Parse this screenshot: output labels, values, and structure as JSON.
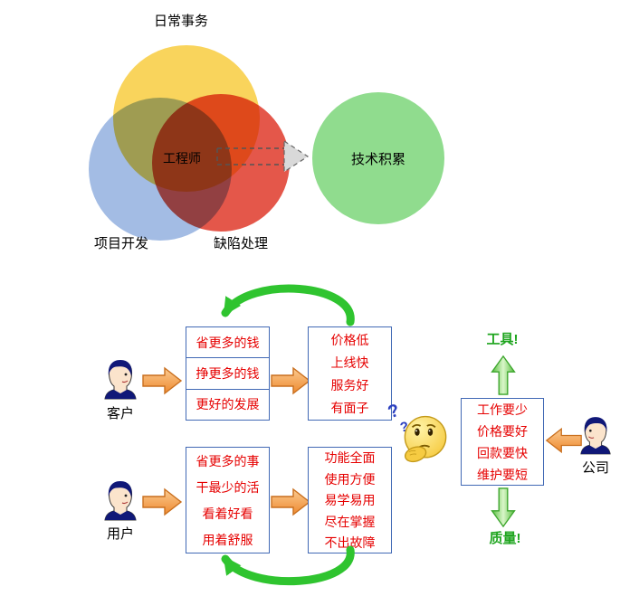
{
  "venn": {
    "daily_label": "日常事务",
    "project_label": "项目开发",
    "defect_label": "缺陷处理",
    "engineer_label": "工程师",
    "tech_label": "技术积累",
    "colors": {
      "daily": "#F9D45C",
      "project": "#A3BCE4",
      "defect": "#E4574A",
      "tech": "#90DC8E"
    }
  },
  "flow": {
    "actors": {
      "customer": "客户",
      "user": "用户",
      "company": "公司"
    },
    "customer_needs": [
      "省更多的钱",
      "挣更多的钱",
      "更好的发展"
    ],
    "customer_criteria": [
      "价格低",
      "上线快",
      "服务好",
      "有面子"
    ],
    "user_needs": [
      "省更多的事",
      "干最少的活",
      "看着好看",
      "用着舒服"
    ],
    "user_criteria": [
      "功能全面",
      "使用方便",
      "易学易用",
      "尽在掌握",
      "不出故障"
    ],
    "company_goals": [
      "工作要少",
      "价格要好",
      "回款要快",
      "维护要短"
    ],
    "tool_label": "工具!",
    "quality_label": "质量!",
    "question_mark_large": "?",
    "question_mark_small": "?",
    "colors": {
      "box_text": "#E60000",
      "box_border": "#4169B5",
      "cycle_arrow_green": "#2FC42F",
      "block_arrow_orange": "#F6A259",
      "label_green": "#1FA51F"
    }
  }
}
